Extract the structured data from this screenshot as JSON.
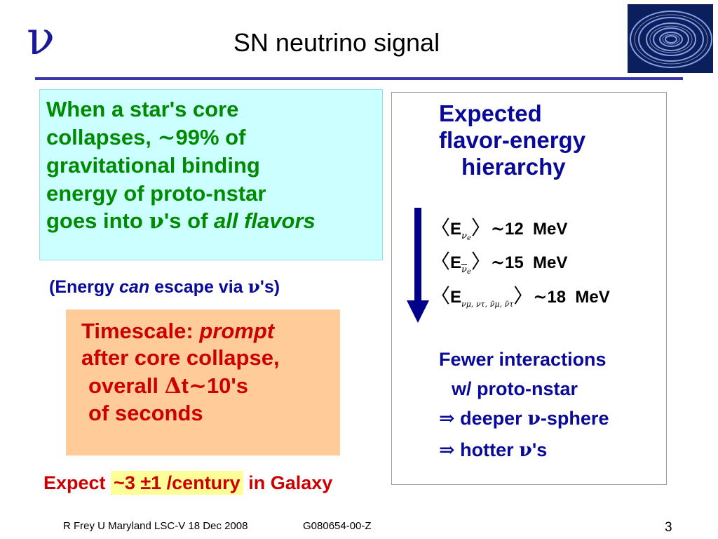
{
  "header": {
    "logo_symbol": "ν",
    "title": "SN neutrino signal"
  },
  "cyan_box": {
    "line1": "When a star's core",
    "line2_pre": "collapses, ",
    "line2_tilde": "~",
    "line2_post": "99% of",
    "line3": "gravitational binding",
    "line4": "energy of  proto-nstar",
    "line5_pre": "goes into ",
    "line5_nu": "ν",
    "line5_mid": "'s of ",
    "line5_italic": "all flavors"
  },
  "energy_note": {
    "pre": "(Energy ",
    "italic": "can",
    "mid": " escape via ",
    "nu": "ν",
    "post": "'s)"
  },
  "timescale": {
    "line1_pre": "Timescale: ",
    "line1_italic": "prompt",
    "line2": "after core collapse,",
    "line3_pre": "overall  ",
    "line3_delta": "Δ",
    "line3_t": "t",
    "line3_tilde": "~",
    "line3_post": "10's",
    "line4": "of seconds"
  },
  "expect": {
    "pre": "Expect ",
    "highlight": "~3 ±1 /century",
    "post": " in Galaxy"
  },
  "hierarchy": {
    "title_line1": "Expected",
    "title_line2": "flavor-energy",
    "title_line3": "hierarchy",
    "equations": [
      {
        "E": "E",
        "sub": "ν",
        "subsub": "e",
        "bar": false,
        "sim": "~",
        "value": "12",
        "unit": "MeV"
      },
      {
        "E": "E",
        "sub": "ν",
        "subsub": "e",
        "bar": true,
        "sim": "~",
        "value": "15",
        "unit": "MeV"
      },
      {
        "E": "E",
        "sub": "νμ, ντ, ν̄μ, ν̄τ",
        "sim": "~",
        "value": "18",
        "unit": "MeV"
      }
    ],
    "fewer_line1": "Fewer interactions",
    "fewer_line2": "w/ proto-nstar",
    "implies": "⇒",
    "deeper_pre": "deeper  ",
    "deeper_nu": "ν",
    "deeper_post": "-sphere",
    "hotter_pre": "hotter ",
    "hotter_nu": "ν",
    "hotter_post": "'s"
  },
  "footer": {
    "text": "R Frey  U Maryland LSC-V  18 Dec 2008",
    "doc_id": "G080654-00-Z",
    "page": "3"
  }
}
